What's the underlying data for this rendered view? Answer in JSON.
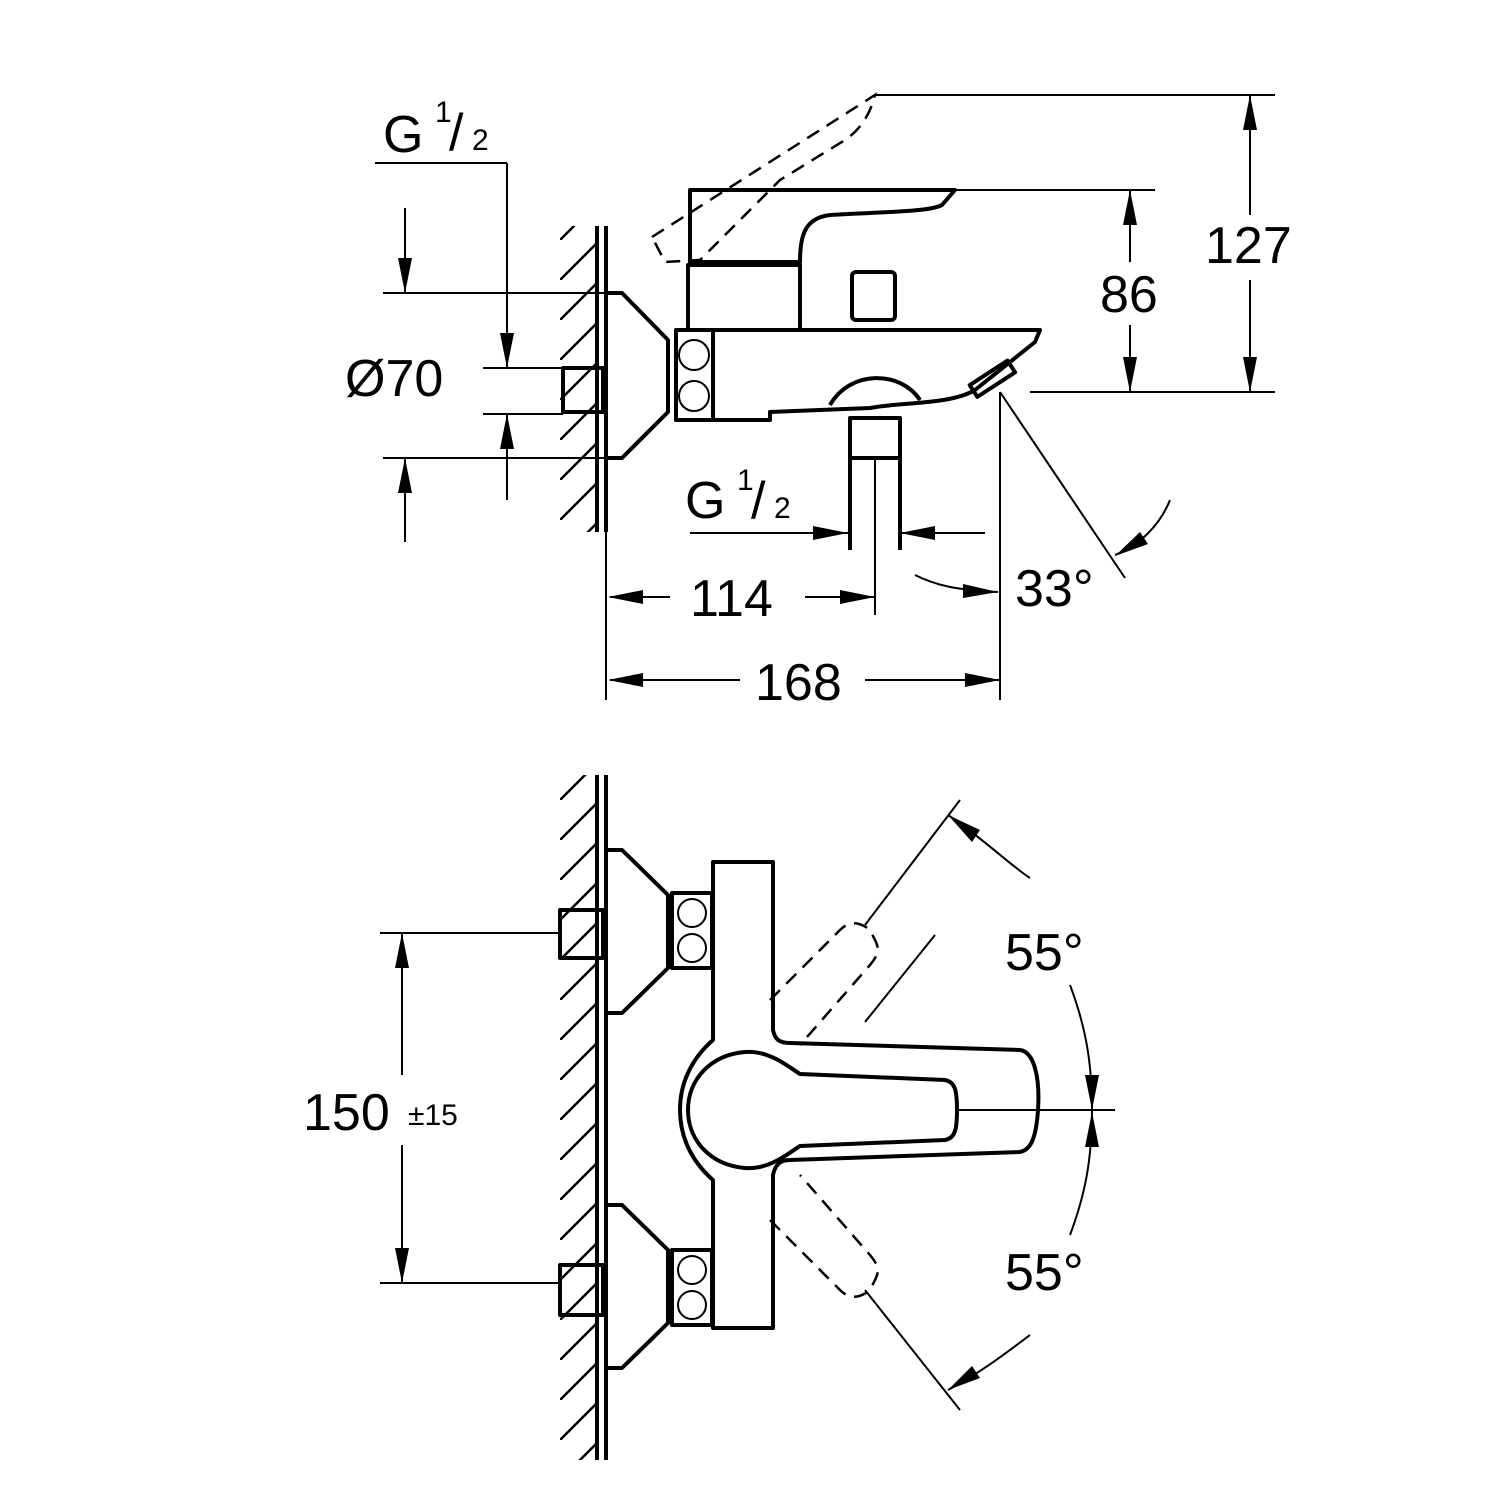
{
  "side_view": {
    "thread_top": {
      "letter": "G",
      "num": "1",
      "den": "2"
    },
    "thread_bottom": {
      "letter": "G",
      "num": "1",
      "den": "2"
    },
    "dim_diameter": "Ø70",
    "dim_height_total": "127",
    "dim_height_handle": "86",
    "dim_outlet_distance": "114",
    "dim_projection": "168",
    "dim_spout_angle": "33°"
  },
  "top_view": {
    "dim_centers": "150",
    "dim_tolerance": "±15",
    "dim_angle_up": "55°",
    "dim_angle_down": "55°"
  }
}
